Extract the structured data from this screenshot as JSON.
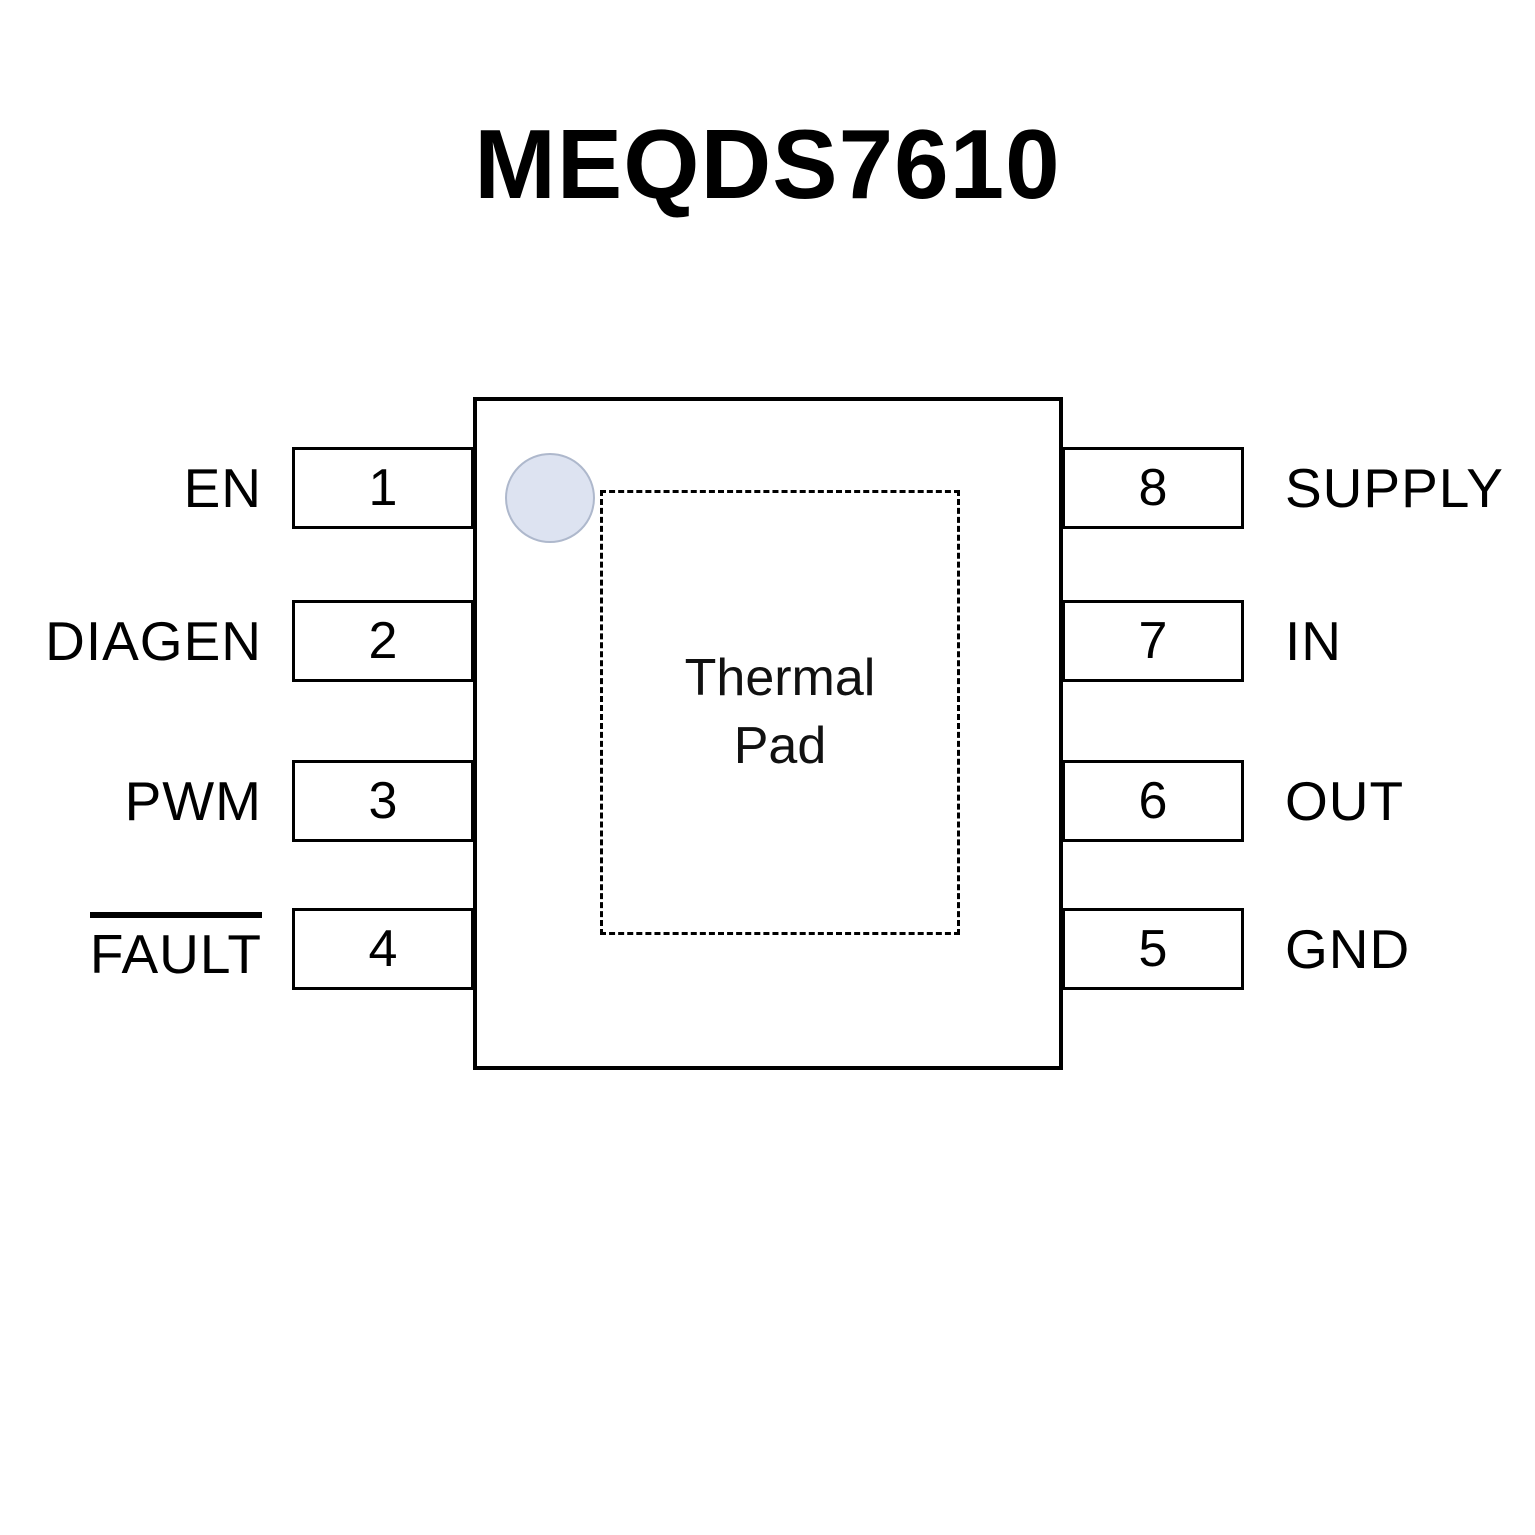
{
  "title": "MEQDS7610",
  "chip": {
    "thermal_pad_line1": "Thermal",
    "thermal_pad_line2": "Pad"
  },
  "pins": {
    "left": [
      {
        "number": "1",
        "label": "EN",
        "overline": false
      },
      {
        "number": "2",
        "label": "DIAGEN",
        "overline": false
      },
      {
        "number": "3",
        "label": "PWM",
        "overline": false
      },
      {
        "number": "4",
        "label": "FAULT",
        "overline": true
      }
    ],
    "right": [
      {
        "number": "8",
        "label": "SUPPLY"
      },
      {
        "number": "7",
        "label": "IN"
      },
      {
        "number": "6",
        "label": "OUT"
      },
      {
        "number": "5",
        "label": "GND"
      }
    ]
  },
  "colors": {
    "background": "#ffffff",
    "line": "#000000",
    "pin1_marker_fill": "#dde3f1"
  }
}
